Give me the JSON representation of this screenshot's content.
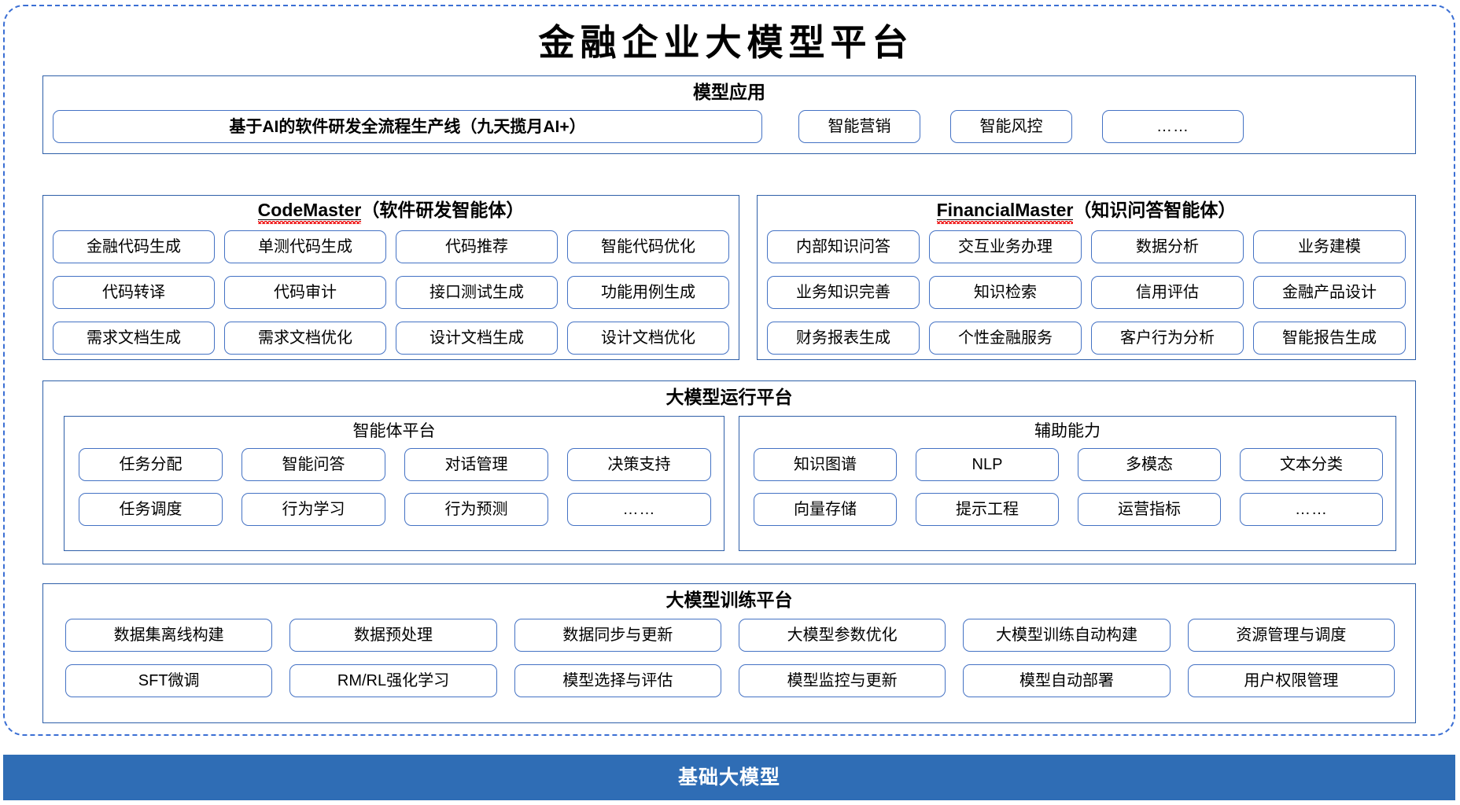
{
  "title": "金融企业大模型平台",
  "colors": {
    "outer_frame": "#3B6FD4",
    "panel_border": "#2E5FA8",
    "pill_border": "#4472C4",
    "foundation_bar": "#2F6DB5",
    "spellcheck_underline": "#EE1111"
  },
  "sections": {
    "applications": {
      "title": "模型应用",
      "items": [
        "基于AI的软件研发全流程生产线（九天揽月AI+）",
        "智能营销",
        "智能风控",
        "……"
      ]
    },
    "code_master": {
      "title_latin": "CodeMaster",
      "title_cn": "（软件研发智能体）",
      "items": [
        "金融代码生成",
        "单测代码生成",
        "代码推荐",
        "智能代码优化",
        "代码转译",
        "代码审计",
        "接口测试生成",
        "功能用例生成",
        "需求文档生成",
        "需求文档优化",
        "设计文档生成",
        "设计文档优化"
      ]
    },
    "financial_master": {
      "title_latin": "FinancialMaster",
      "title_cn": "（知识问答智能体）",
      "items": [
        "内部知识问答",
        "交互业务办理",
        "数据分析",
        "业务建模",
        "业务知识完善",
        "知识检索",
        "信用评估",
        "金融产品设计",
        "财务报表生成",
        "个性金融服务",
        "客户行为分析",
        "智能报告生成"
      ]
    },
    "runtime_platform": {
      "title": "大模型运行平台",
      "agent_platform": {
        "title": "智能体平台",
        "items": [
          "任务分配",
          "智能问答",
          "对话管理",
          "决策支持",
          "任务调度",
          "行为学习",
          "行为预测",
          "……"
        ]
      },
      "auxiliary": {
        "title": "辅助能力",
        "items": [
          "知识图谱",
          "NLP",
          "多模态",
          "文本分类",
          "向量存储",
          "提示工程",
          "运营指标",
          "……"
        ]
      }
    },
    "training_platform": {
      "title": "大模型训练平台",
      "items": [
        "数据集离线构建",
        "数据预处理",
        "数据同步与更新",
        "大模型参数优化",
        "大模型训练自动构建",
        "资源管理与调度",
        "SFT微调",
        "RM/RL强化学习",
        "模型选择与评估",
        "模型监控与更新",
        "模型自动部署",
        "用户权限管理"
      ]
    },
    "foundation": {
      "label": "基础大模型"
    }
  }
}
